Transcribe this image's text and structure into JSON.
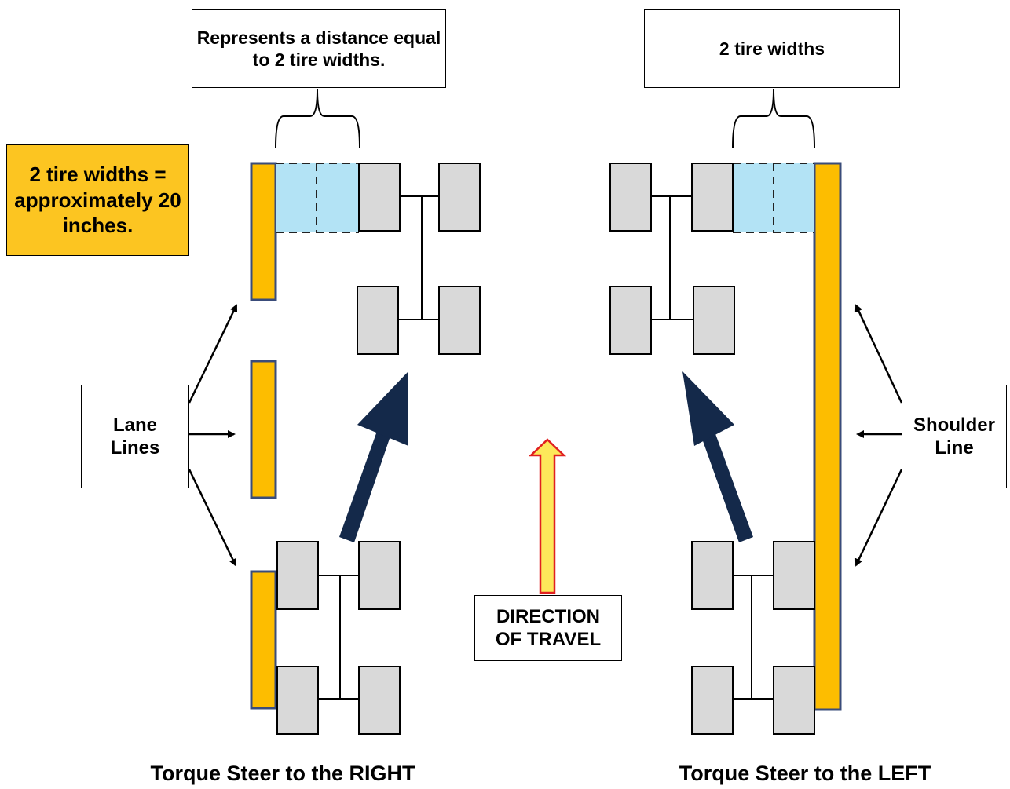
{
  "labels": {
    "distance_note": "Represents a distance equal to 2 tire widths.",
    "tire_widths": "2 tire widths",
    "approx_note": "2 tire widths = approximately 20 inches.",
    "lane_lines": "Lane Lines",
    "shoulder_line": "Shoulder Line",
    "direction": "DIRECTION OF TRAVEL",
    "title_right": "Torque Steer to the RIGHT",
    "title_left": "Torque Steer to the LEFT"
  },
  "colors": {
    "tire_fill": "#d9d9d9",
    "line_yellow": "#fdbd00",
    "line_outline": "#3a4c7a",
    "zone_fill": "#b3e3f5",
    "steer_arrow": "#14294a",
    "travel_arrow_fill": "#fde85a",
    "travel_arrow_outline": "#e02020",
    "callout_fill": "#fcc521"
  }
}
